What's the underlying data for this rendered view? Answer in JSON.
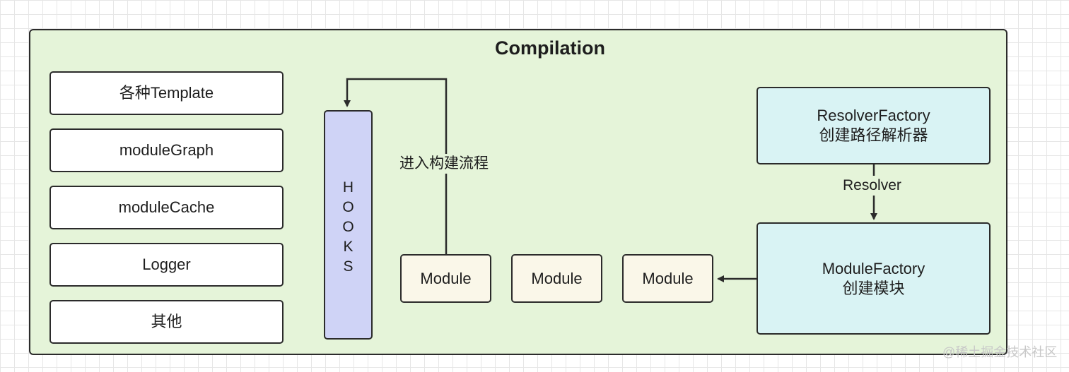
{
  "title": "Compilation",
  "left_items": [
    "各种Template",
    "moduleGraph",
    "moduleCache",
    "Logger",
    "其他"
  ],
  "hooks": {
    "letters": [
      "H",
      "O",
      "O",
      "K",
      "S"
    ]
  },
  "modules": [
    "Module",
    "Module",
    "Module"
  ],
  "enter_label": "进入构建流程",
  "resolver_factory": {
    "name": "ResolverFactory",
    "desc": "创建路径解析器"
  },
  "resolver_label": "Resolver",
  "module_factory": {
    "name": "ModuleFactory",
    "desc": "创建模块"
  },
  "watermark": "@稀土掘金技术社区",
  "colors": {
    "frame": "#e5f4d9",
    "hooks": "#cfd3f6",
    "module": "#faf7e9",
    "factory": "#d9f3f4"
  }
}
